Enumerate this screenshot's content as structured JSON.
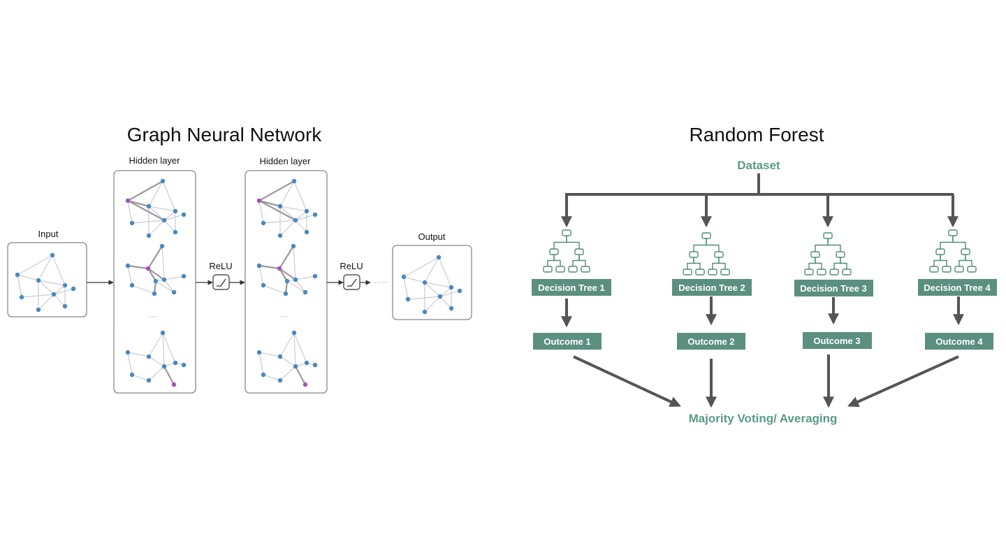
{
  "gnn": {
    "title": "Graph Neural Network",
    "input_label": "Input",
    "hidden_label_1": "Hidden layer",
    "hidden_label_2": "Hidden layer",
    "relu_label_1": "ReLU",
    "relu_label_2": "ReLU",
    "output_label": "Output",
    "ellipsis": "···",
    "trailing_dots": "·····"
  },
  "rf": {
    "title": "Random Forest",
    "dataset": "Dataset",
    "trees": [
      "Decision Tree 1",
      "Decision Tree 2",
      "Decision Tree 3",
      "Decision Tree 4"
    ],
    "outcomes": [
      "Outcome 1",
      "Outcome 2",
      "Outcome 3",
      "Outcome 4"
    ],
    "aggregate": "Majority Voting/ Averaging"
  },
  "colors": {
    "node": "#4a87c0",
    "highlight_node": "#a056b6",
    "edge": "#c9ccd6",
    "box_fill": "#5b8f80",
    "accent_text": "#5b9a87",
    "arrow": "#555555",
    "tree_icon": "#4f8c7a"
  }
}
